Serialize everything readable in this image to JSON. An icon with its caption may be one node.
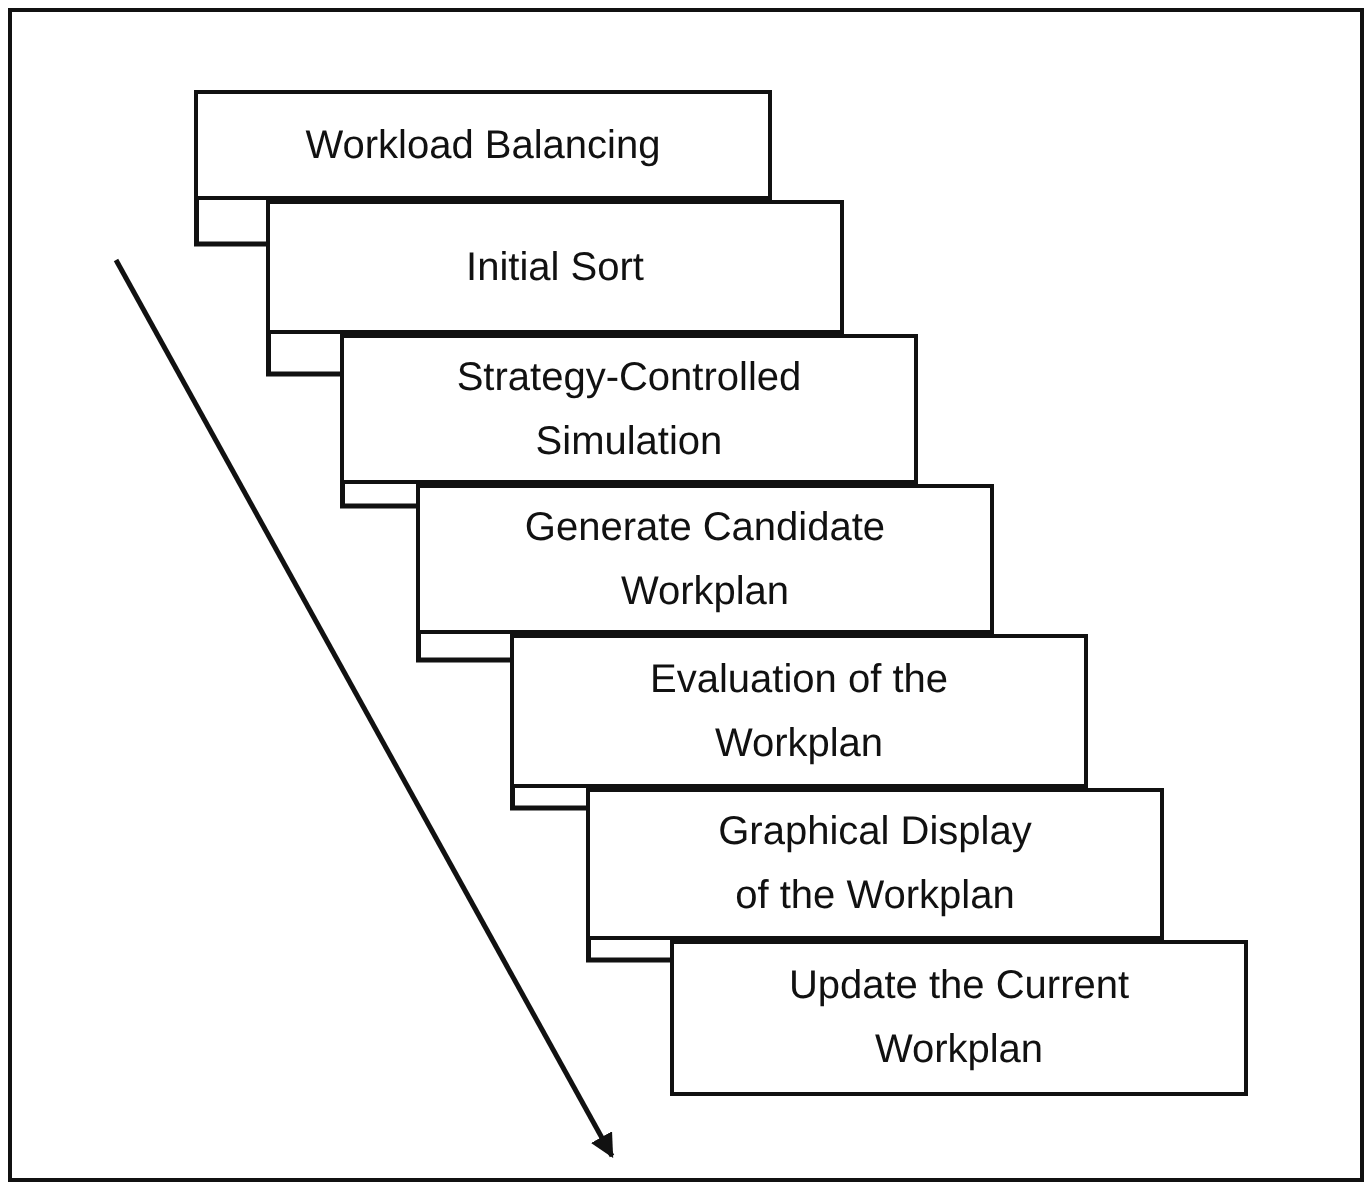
{
  "diagram": {
    "nodes": [
      {
        "text": [
          "Workload Balancing"
        ]
      },
      {
        "text": [
          "Initial Sort"
        ]
      },
      {
        "text": [
          "Strategy-Controlled Simulation"
        ]
      },
      {
        "text": [
          "Generate Candidate Workplan"
        ]
      },
      {
        "text": [
          "Evaluation of the Workplan"
        ]
      },
      {
        "text": [
          "Graphical Display of the Workplan"
        ]
      },
      {
        "text": [
          "Update the Current Workplan"
        ]
      }
    ]
  }
}
